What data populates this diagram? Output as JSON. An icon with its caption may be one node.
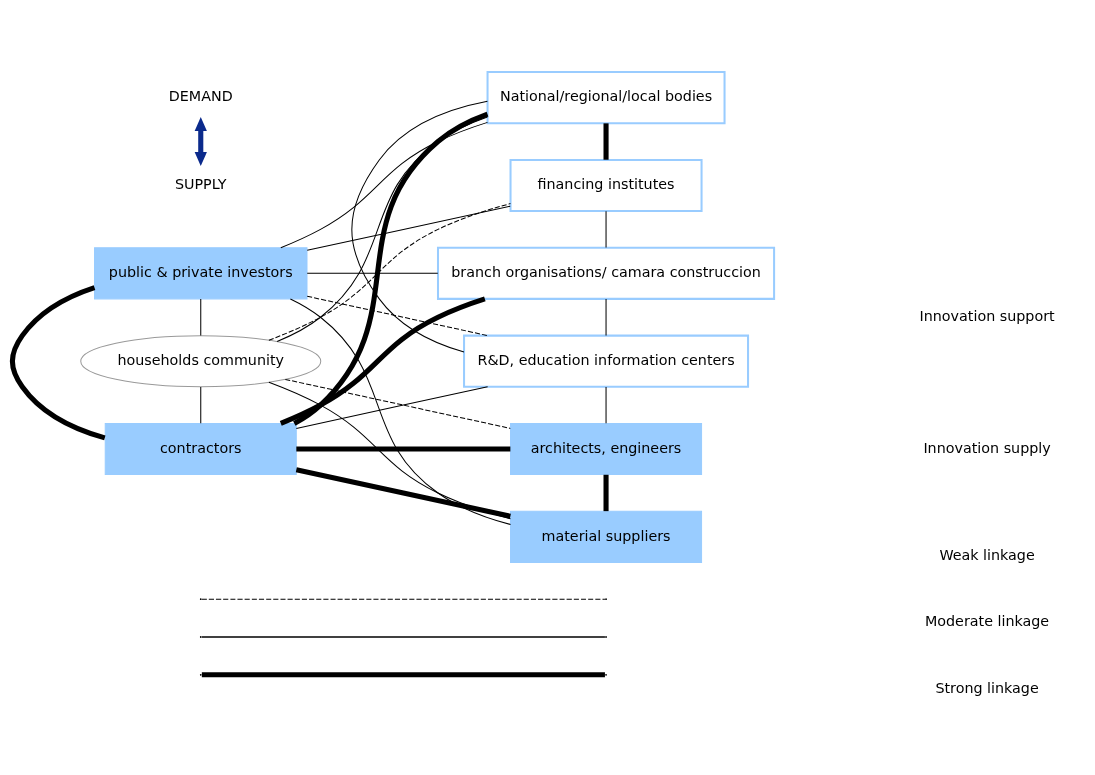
{
  "diagram": {
    "nodes": [
      {
        "text": [
          "public & private investors"
        ]
      },
      {
        "text": [
          "households community"
        ]
      },
      {
        "text": [
          "contractors"
        ]
      },
      {
        "text": [
          "National/regional/local bodies"
        ]
      },
      {
        "text": [
          "financing institutes"
        ]
      },
      {
        "text": [
          "branch organisations/ camara construccion"
        ]
      },
      {
        "text": [
          "R&D, education information centers"
        ]
      },
      {
        "text": [
          "architects, engineers"
        ]
      },
      {
        "text": [
          "material suppliers"
        ]
      },
      {
        "text": [
          "DEMAND"
        ]
      },
      {
        "text": [
          "SUPPLY"
        ]
      }
    ],
    "edges": [
      {
        "from": 0,
        "to": 1,
        "arrow": "none"
      },
      {
        "from": 1,
        "to": 2,
        "arrow": "none"
      },
      {
        "from": 0,
        "to": 2,
        "arrow": "none",
        "style": "thick"
      },
      {
        "from": 0,
        "to": 3,
        "arrow": "none"
      },
      {
        "from": 0,
        "to": 4,
        "arrow": "none"
      },
      {
        "from": 0,
        "to": 5,
        "arrow": "none"
      },
      {
        "from": 0,
        "to": 6,
        "arrow": "none",
        "style": "dashed"
      },
      {
        "from": 0,
        "to": 8,
        "arrow": "none"
      },
      {
        "from": 1,
        "to": 3,
        "arrow": "none"
      },
      {
        "from": 1,
        "to": 4,
        "arrow": "none",
        "style": "dashed"
      },
      {
        "from": 1,
        "to": 7,
        "arrow": "none",
        "style": "dashed"
      },
      {
        "from": 1,
        "to": 8,
        "arrow": "none"
      },
      {
        "from": 2,
        "to": 3,
        "arrow": "none",
        "style": "thick"
      },
      {
        "from": 2,
        "to": 5,
        "arrow": "none",
        "style": "thick"
      },
      {
        "from": 2,
        "to": 6,
        "arrow": "none"
      },
      {
        "from": 2,
        "to": 7,
        "arrow": "none",
        "style": "thick"
      },
      {
        "from": 2,
        "to": 8,
        "arrow": "none",
        "style": "thick"
      },
      {
        "from": 3,
        "to": 4,
        "arrow": "none",
        "style": "thick"
      },
      {
        "from": 4,
        "to": 5,
        "arrow": "none"
      },
      {
        "from": 5,
        "to": 6,
        "arrow": "none"
      },
      {
        "from": 6,
        "to": 7,
        "arrow": "none"
      },
      {
        "from": 7,
        "to": 8,
        "arrow": "none",
        "style": "thick"
      },
      {
        "from": 3,
        "to": 6,
        "arrow": "none"
      },
      {
        "from": 9,
        "to": 10,
        "arrow": "both",
        "style": "thick",
        "color": "#0b2a8c"
      }
    ],
    "labels": [
      "Innovation support",
      "Innovation supply"
    ],
    "legend": [
      {
        "text": "Weak linkage"
      },
      {
        "text": "Moderate linkage"
      },
      {
        "text": "Strong linkage"
      }
    ]
  }
}
